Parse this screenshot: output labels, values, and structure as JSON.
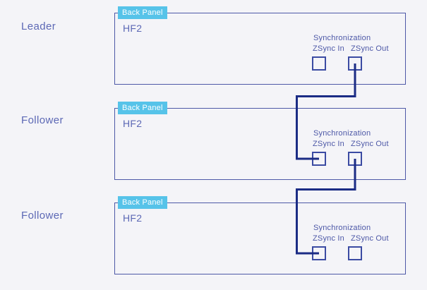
{
  "colors": {
    "background": "#f4f4f8",
    "panel_border": "#4d58a7",
    "cable": "#1b2c85",
    "port_border": "#3b4ba3",
    "tag_bg": "#56c3e9",
    "tag_text": "#ffffff",
    "role_text": "#5c68b5",
    "label_text": "#4d58a7"
  },
  "devices": [
    {
      "role": "Leader",
      "tag": "Back Panel",
      "model": "HF2",
      "sync_title": "Synchronization",
      "zsync_in_label": "ZSync In",
      "zsync_out_label": "ZSync Out"
    },
    {
      "role": "Follower",
      "tag": "Back Panel",
      "model": "HF2",
      "sync_title": "Synchronization",
      "zsync_in_label": "ZSync In",
      "zsync_out_label": "ZSync Out"
    },
    {
      "role": "Follower",
      "tag": "Back Panel",
      "model": "HF2",
      "sync_title": "Synchronization",
      "zsync_in_label": "ZSync In",
      "zsync_out_label": "ZSync Out"
    }
  ],
  "connections": [
    {
      "from": "leader-zsync-out",
      "to": "follower-1-zsync-in"
    },
    {
      "from": "follower-1-zsync-out",
      "to": "follower-2-zsync-in"
    }
  ]
}
